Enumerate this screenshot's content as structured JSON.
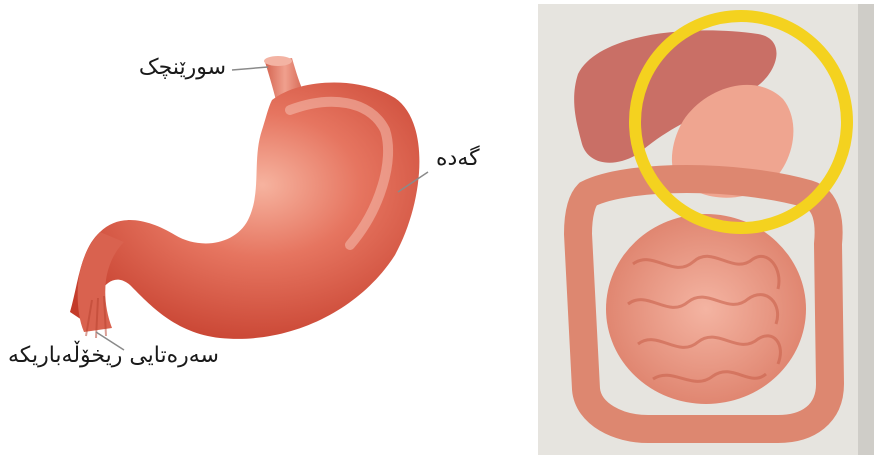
{
  "stomach_diagram": {
    "labels": {
      "esophagus": "سورێنچک",
      "stomach": "گەدە",
      "duodenum": "سەرەتایی ریخۆڵەباریکە"
    }
  },
  "colors": {
    "stomach_main": "#dd5a45",
    "stomach_highlight": "#f0a08e",
    "highlight_circle": "#f4d21f",
    "intestine": "#e88e78",
    "liver": "#c96f66",
    "panel_bg": "#e6e4df"
  }
}
